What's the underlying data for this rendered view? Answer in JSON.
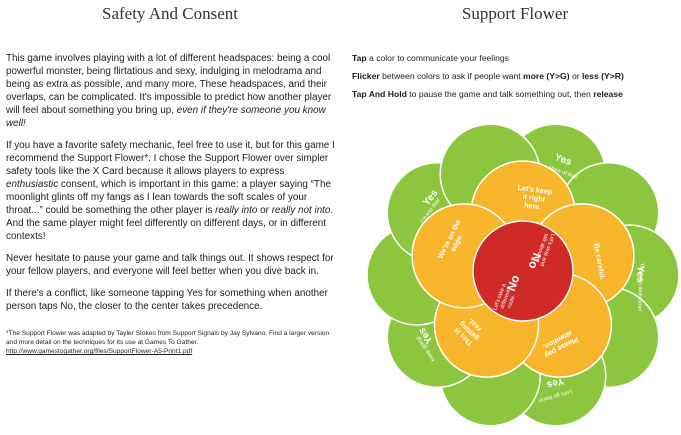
{
  "left_title": "Safety And Consent",
  "right_title": "Support Flower",
  "left": {
    "p1": {
      "a": "This game involves playing with a lot of different headspaces: being a cool powerful monster, being flirtatious and sexy, indulging in melodrama and being as extra as possible, and many more. These headspaces, and their overlaps, can be complicated. It's impossible to predict how another player will feel about something you bring up, ",
      "em": "even if they're someone you know well!"
    },
    "p2": {
      "a": "If you have a favorite safety mechanic, feel free to use it, but for this game I recommend the Support Flower*. I chose the Support Flower over simpler safety tools like the X Card because it allows players to express ",
      "em1": "enthusiastic",
      "b": " consent, which is important in this game: a player saying “The moonlight glints off my fangs as I lean towards the soft scales of your throat...” could be something the other player is ",
      "em2": "really into",
      "c": " or ",
      "em3": "really not into",
      "d": ". And the same player might feel differently on different days, or in different contexts!"
    },
    "p3": "Never hesitate to pause your game and talk things out. It shows respect for your fellow players, and everyone will feel better when you dive back in.",
    "p4": "If there's a conflict, like someone tapping Yes for something when another person taps No, the closer to the center takes precedence.",
    "footnote": "*The Support Flower was adapted by Tayler Stokes from Support Signals by Jay Sylvano. Find a larger version and more detail on the techniques for its use at Games To Gather.",
    "footnote_url": "http://www.gamestogather.org/files/SupportFlower-A5-Print1.pdf"
  },
  "right": {
    "line1": {
      "bold": "Tap",
      "rest": " a color to communicate your feelings"
    },
    "line2": {
      "bold1": "Flicker",
      "mid": " between colors to ask if people want ",
      "bold2": "more (Y>G)",
      "mid2": " or ",
      "bold3": "less (Y>R)"
    },
    "line3": {
      "bold1": "Tap And Hold",
      "mid": " to pause the game and talk something out, then ",
      "bold2": "release"
    }
  },
  "flower": {
    "colors": {
      "green": "#8cc63f",
      "yellow": "#f7b52c",
      "red": "#d02a27",
      "green_edge": "#6aa52a"
    },
    "green_petals": [
      {
        "big": "Yes",
        "small": "More of this!"
      },
      {
        "big": "Yes",
        "small": "That was awesome!"
      },
      {
        "big": "Yes",
        "small": "Let's go there!"
      },
      {
        "big": "Yes",
        "small": "Keep going!"
      },
      {
        "big": "Yes",
        "small": "I'm into this!"
      }
    ],
    "yellow_petals": [
      "Let's keep it right here.",
      "Be careful.",
      "Please pay attention.",
      "This is getting real.",
      "We're on the edge."
    ],
    "center": {
      "top_big": "No",
      "top_small": "Let's stop and talk about it.",
      "bottom_big": "No",
      "bottom_small": "Let's take a different route."
    }
  }
}
